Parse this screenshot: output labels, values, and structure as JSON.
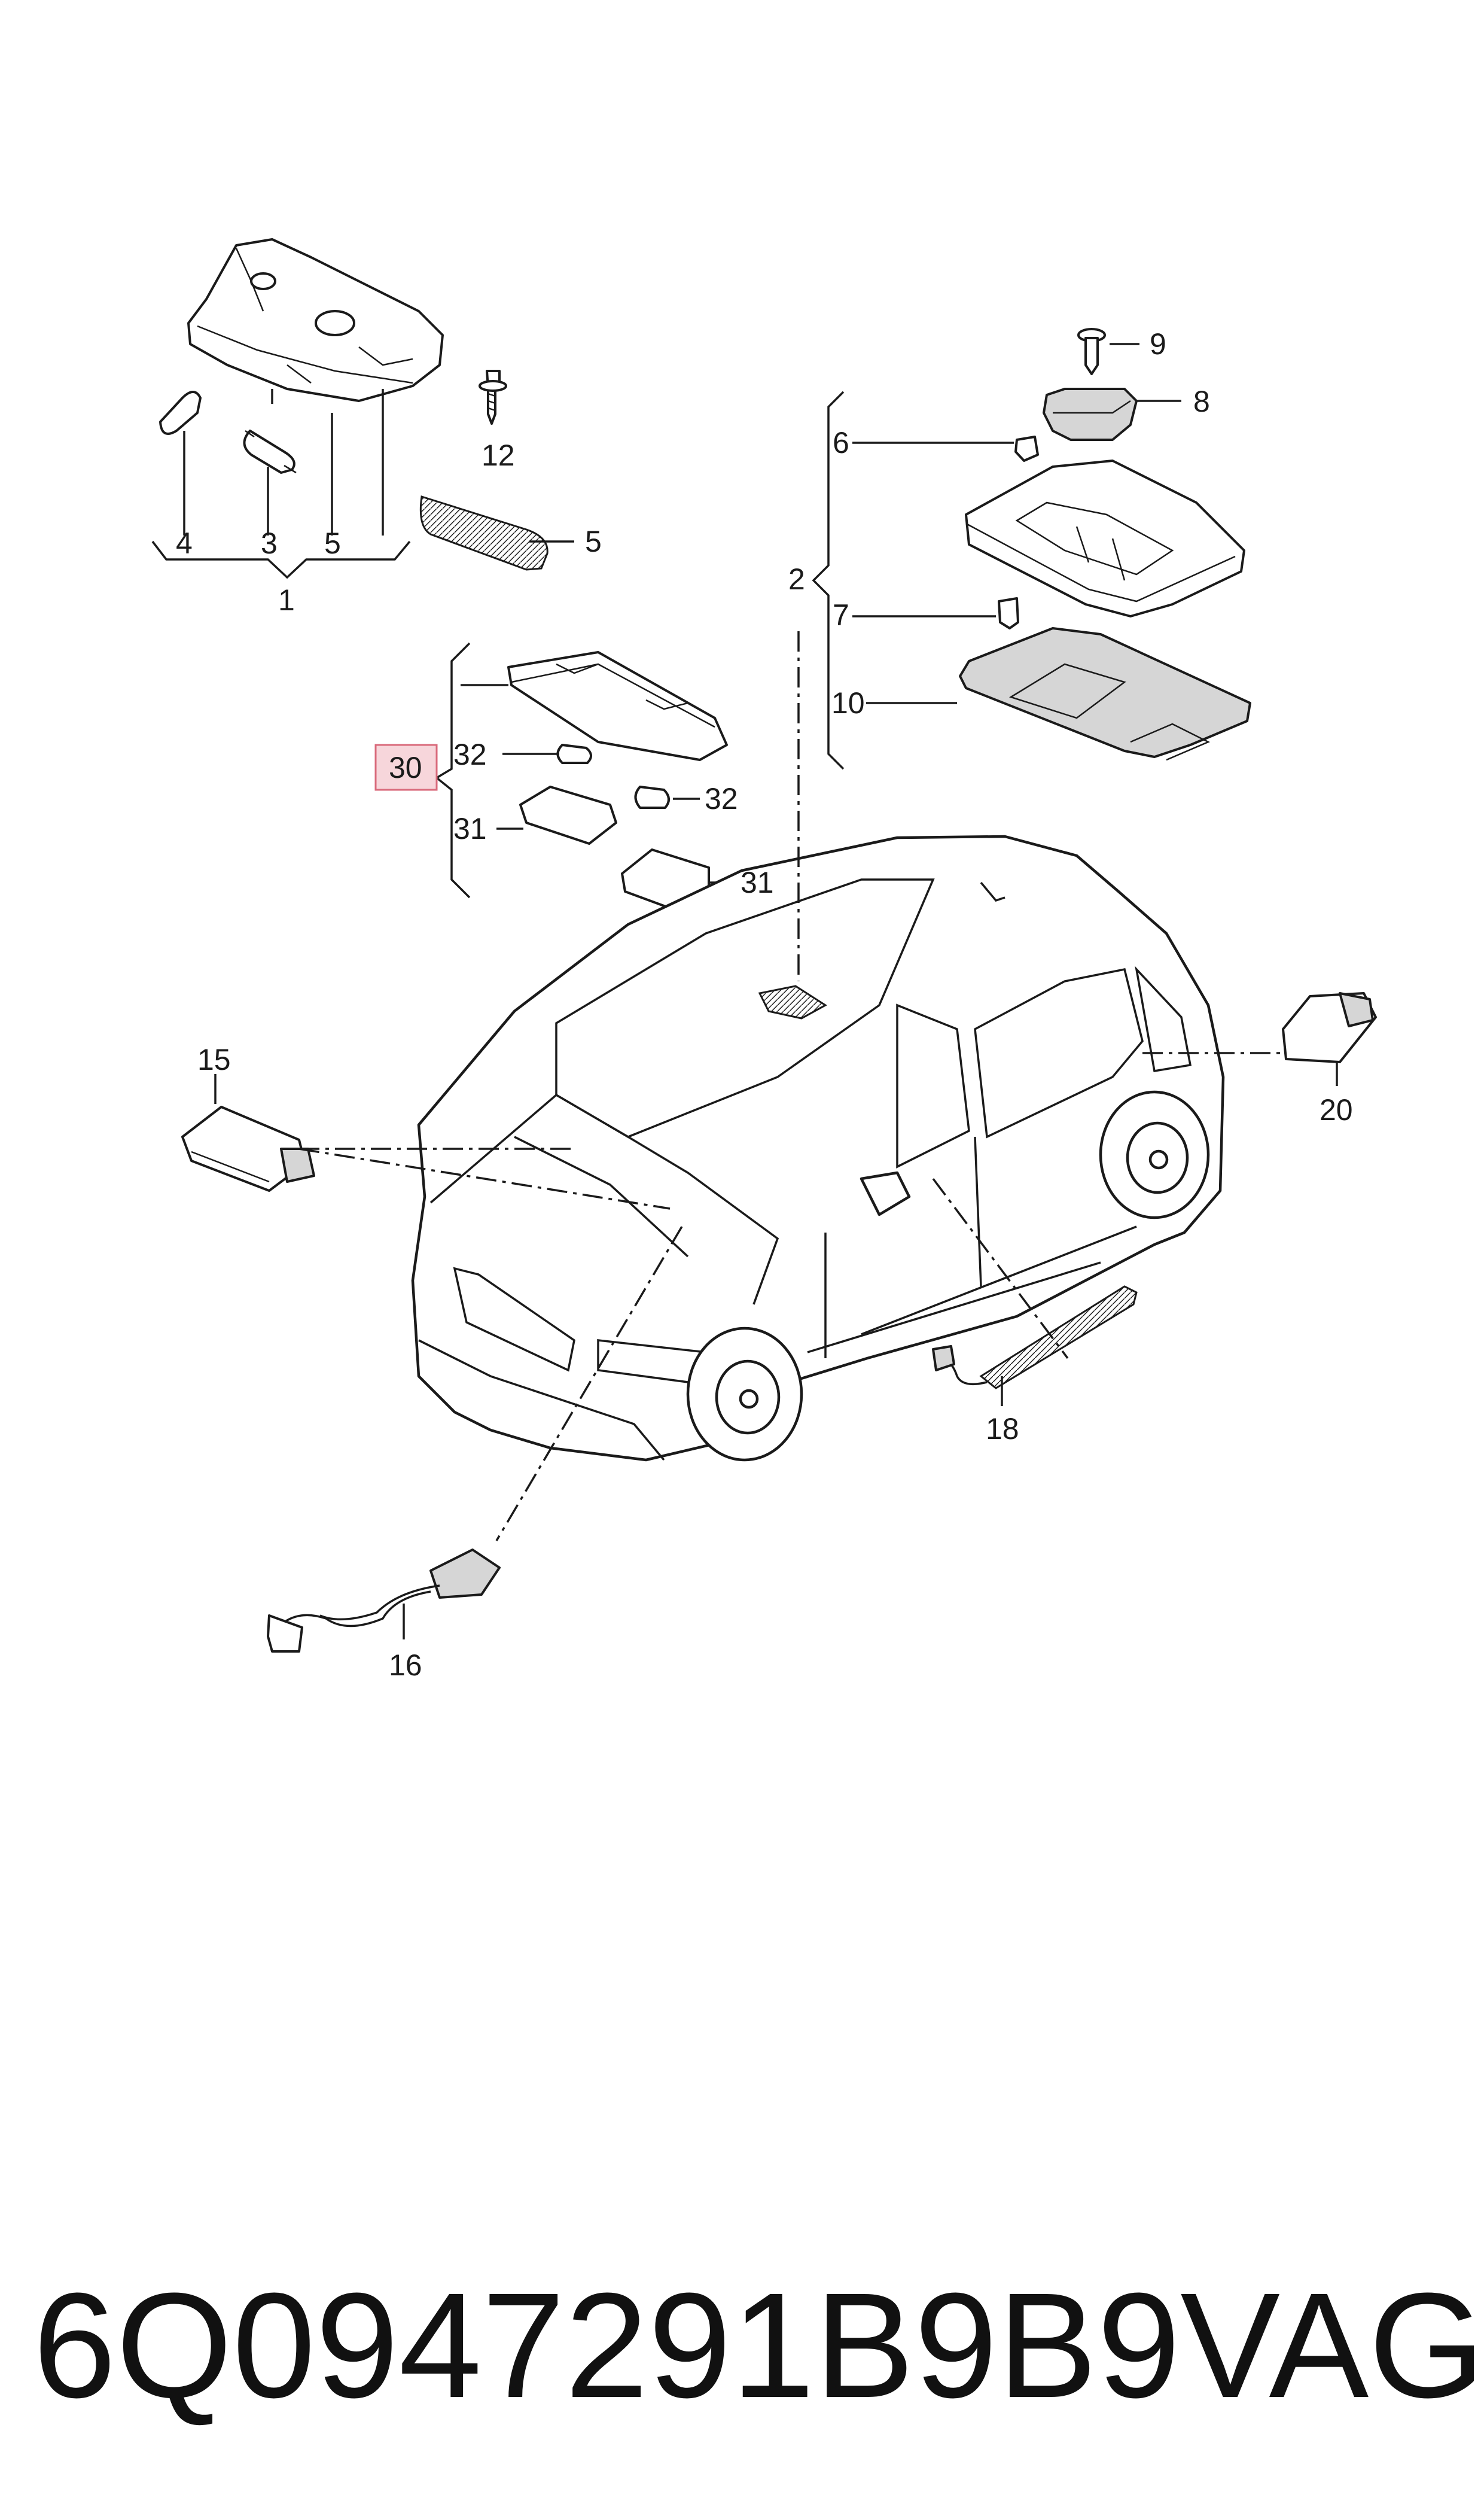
{
  "callouts": {
    "c1": "1",
    "c2": "2",
    "c3": "3",
    "c4": "4",
    "c5a": "5",
    "c5b": "5",
    "c6": "6",
    "c7": "7",
    "c8": "8",
    "c9": "9",
    "c10": "10",
    "c12": "12",
    "c15": "15",
    "c16": "16",
    "c18": "18",
    "c20": "20",
    "c30": "30",
    "c31a": "31",
    "c31b": "31",
    "c32a": "32",
    "c32b": "32"
  },
  "footer": {
    "part_number": "6Q0947291B9B9",
    "brand": "VAG"
  },
  "colors": {
    "line": "#1a1a1a",
    "highlight_fill": "#f7d6db",
    "highlight_border": "#d96a7b"
  }
}
